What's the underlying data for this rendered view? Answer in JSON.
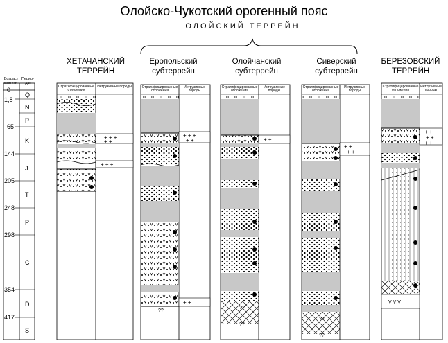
{
  "title": "Олойско-Чукотский орогенный пояс",
  "subtitle": "ОЛОЙСКИЙ ТЕРРЕЙН",
  "scale": {
    "age_header": "Возраст млн лет",
    "period_header": "Перио-ды",
    "ages": [
      "0",
      "1,8",
      "65",
      "144",
      "205",
      "248",
      "298",
      "354",
      "417"
    ],
    "periods": [
      "Q",
      "N",
      "P",
      "K",
      "J",
      "T",
      "P",
      "C",
      "D",
      "S"
    ]
  },
  "columns": [
    {
      "id": "khetachan",
      "name_line1": "ХЕТАЧАНСКИЙ",
      "name_line2": "ТЕРРЕЙН"
    },
    {
      "id": "yeropol",
      "name_line1": "Еропольский",
      "name_line2": "субтеррейн"
    },
    {
      "id": "oloychan",
      "name_line1": "Олойчанский",
      "name_line2": "субтеррейн"
    },
    {
      "id": "siver",
      "name_line1": "Сиверский",
      "name_line2": "субтеррейн"
    },
    {
      "id": "berezov",
      "name_line1": "БЕРЕЗОВСКИЙ",
      "name_line2": "ТЕРРЕЙН"
    }
  ],
  "col_headers": {
    "strat": "Стратифицированные отложения",
    "intrusive": "Интрузивные породы"
  },
  "marks": {
    "question": "??"
  }
}
